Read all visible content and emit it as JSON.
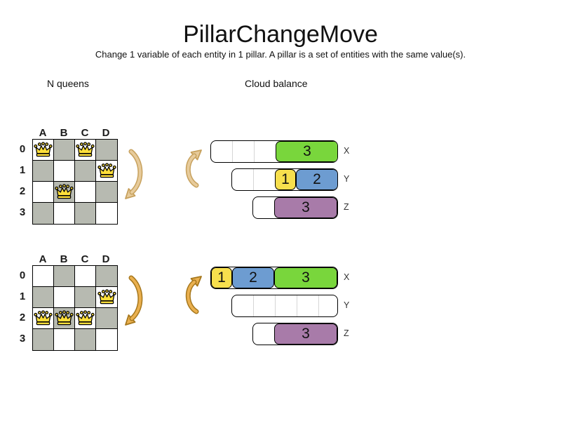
{
  "header": {
    "title": "PillarChangeMove",
    "subtitle": "Change 1 variable of each entity in 1 pillar. A pillar is a set of entities with the same value(s)."
  },
  "sections": {
    "nqueens_label": "N queens",
    "cloud_label": "Cloud balance"
  },
  "colors": {
    "board_dark": "#b7bab1",
    "block_green": "#79d63c",
    "block_yellow": "#f7df4d",
    "block_blue": "#6d9cd1",
    "block_purple": "#a87ba9",
    "queen_yellow": "#ffdf3a",
    "arrow_tan_fill": "#e7cb9b",
    "arrow_tan_stroke": "#c7a15d",
    "arrow_orange_fill": "#eab04f",
    "arrow_orange_stroke": "#a6771c"
  },
  "boards": [
    {
      "state": "before",
      "columns": [
        "A",
        "B",
        "C",
        "D"
      ],
      "rows": [
        "0",
        "1",
        "2",
        "3"
      ],
      "queens": [
        {
          "row": 0,
          "col": 0
        },
        {
          "row": 0,
          "col": 2
        },
        {
          "row": 1,
          "col": 3
        },
        {
          "row": 2,
          "col": 1
        }
      ]
    },
    {
      "state": "after",
      "columns": [
        "A",
        "B",
        "C",
        "D"
      ],
      "rows": [
        "0",
        "1",
        "2",
        "3"
      ],
      "queens": [
        {
          "row": 1,
          "col": 3
        },
        {
          "row": 2,
          "col": 0
        },
        {
          "row": 2,
          "col": 1
        },
        {
          "row": 2,
          "col": 2
        }
      ]
    }
  ],
  "cloud_states": [
    {
      "state": "before",
      "bars": [
        {
          "label": "X",
          "capacity": 6,
          "blocks": [
            {
              "value": "3",
              "size": 3,
              "color": "green"
            }
          ]
        },
        {
          "label": "Y",
          "capacity": 5,
          "blocks": [
            {
              "value": "1",
              "size": 1,
              "color": "yellow"
            },
            {
              "value": "2",
              "size": 2,
              "color": "blue"
            }
          ]
        },
        {
          "label": "Z",
          "capacity": 4,
          "blocks": [
            {
              "value": "3",
              "size": 3,
              "color": "purple"
            }
          ]
        }
      ]
    },
    {
      "state": "after",
      "bars": [
        {
          "label": "X",
          "capacity": 6,
          "blocks": [
            {
              "value": "1",
              "size": 1,
              "color": "yellow"
            },
            {
              "value": "2",
              "size": 2,
              "color": "blue"
            },
            {
              "value": "3",
              "size": 3,
              "color": "green"
            }
          ]
        },
        {
          "label": "Y",
          "capacity": 5,
          "blocks": []
        },
        {
          "label": "Z",
          "capacity": 4,
          "blocks": [
            {
              "value": "3",
              "size": 3,
              "color": "purple"
            }
          ]
        }
      ]
    }
  ]
}
